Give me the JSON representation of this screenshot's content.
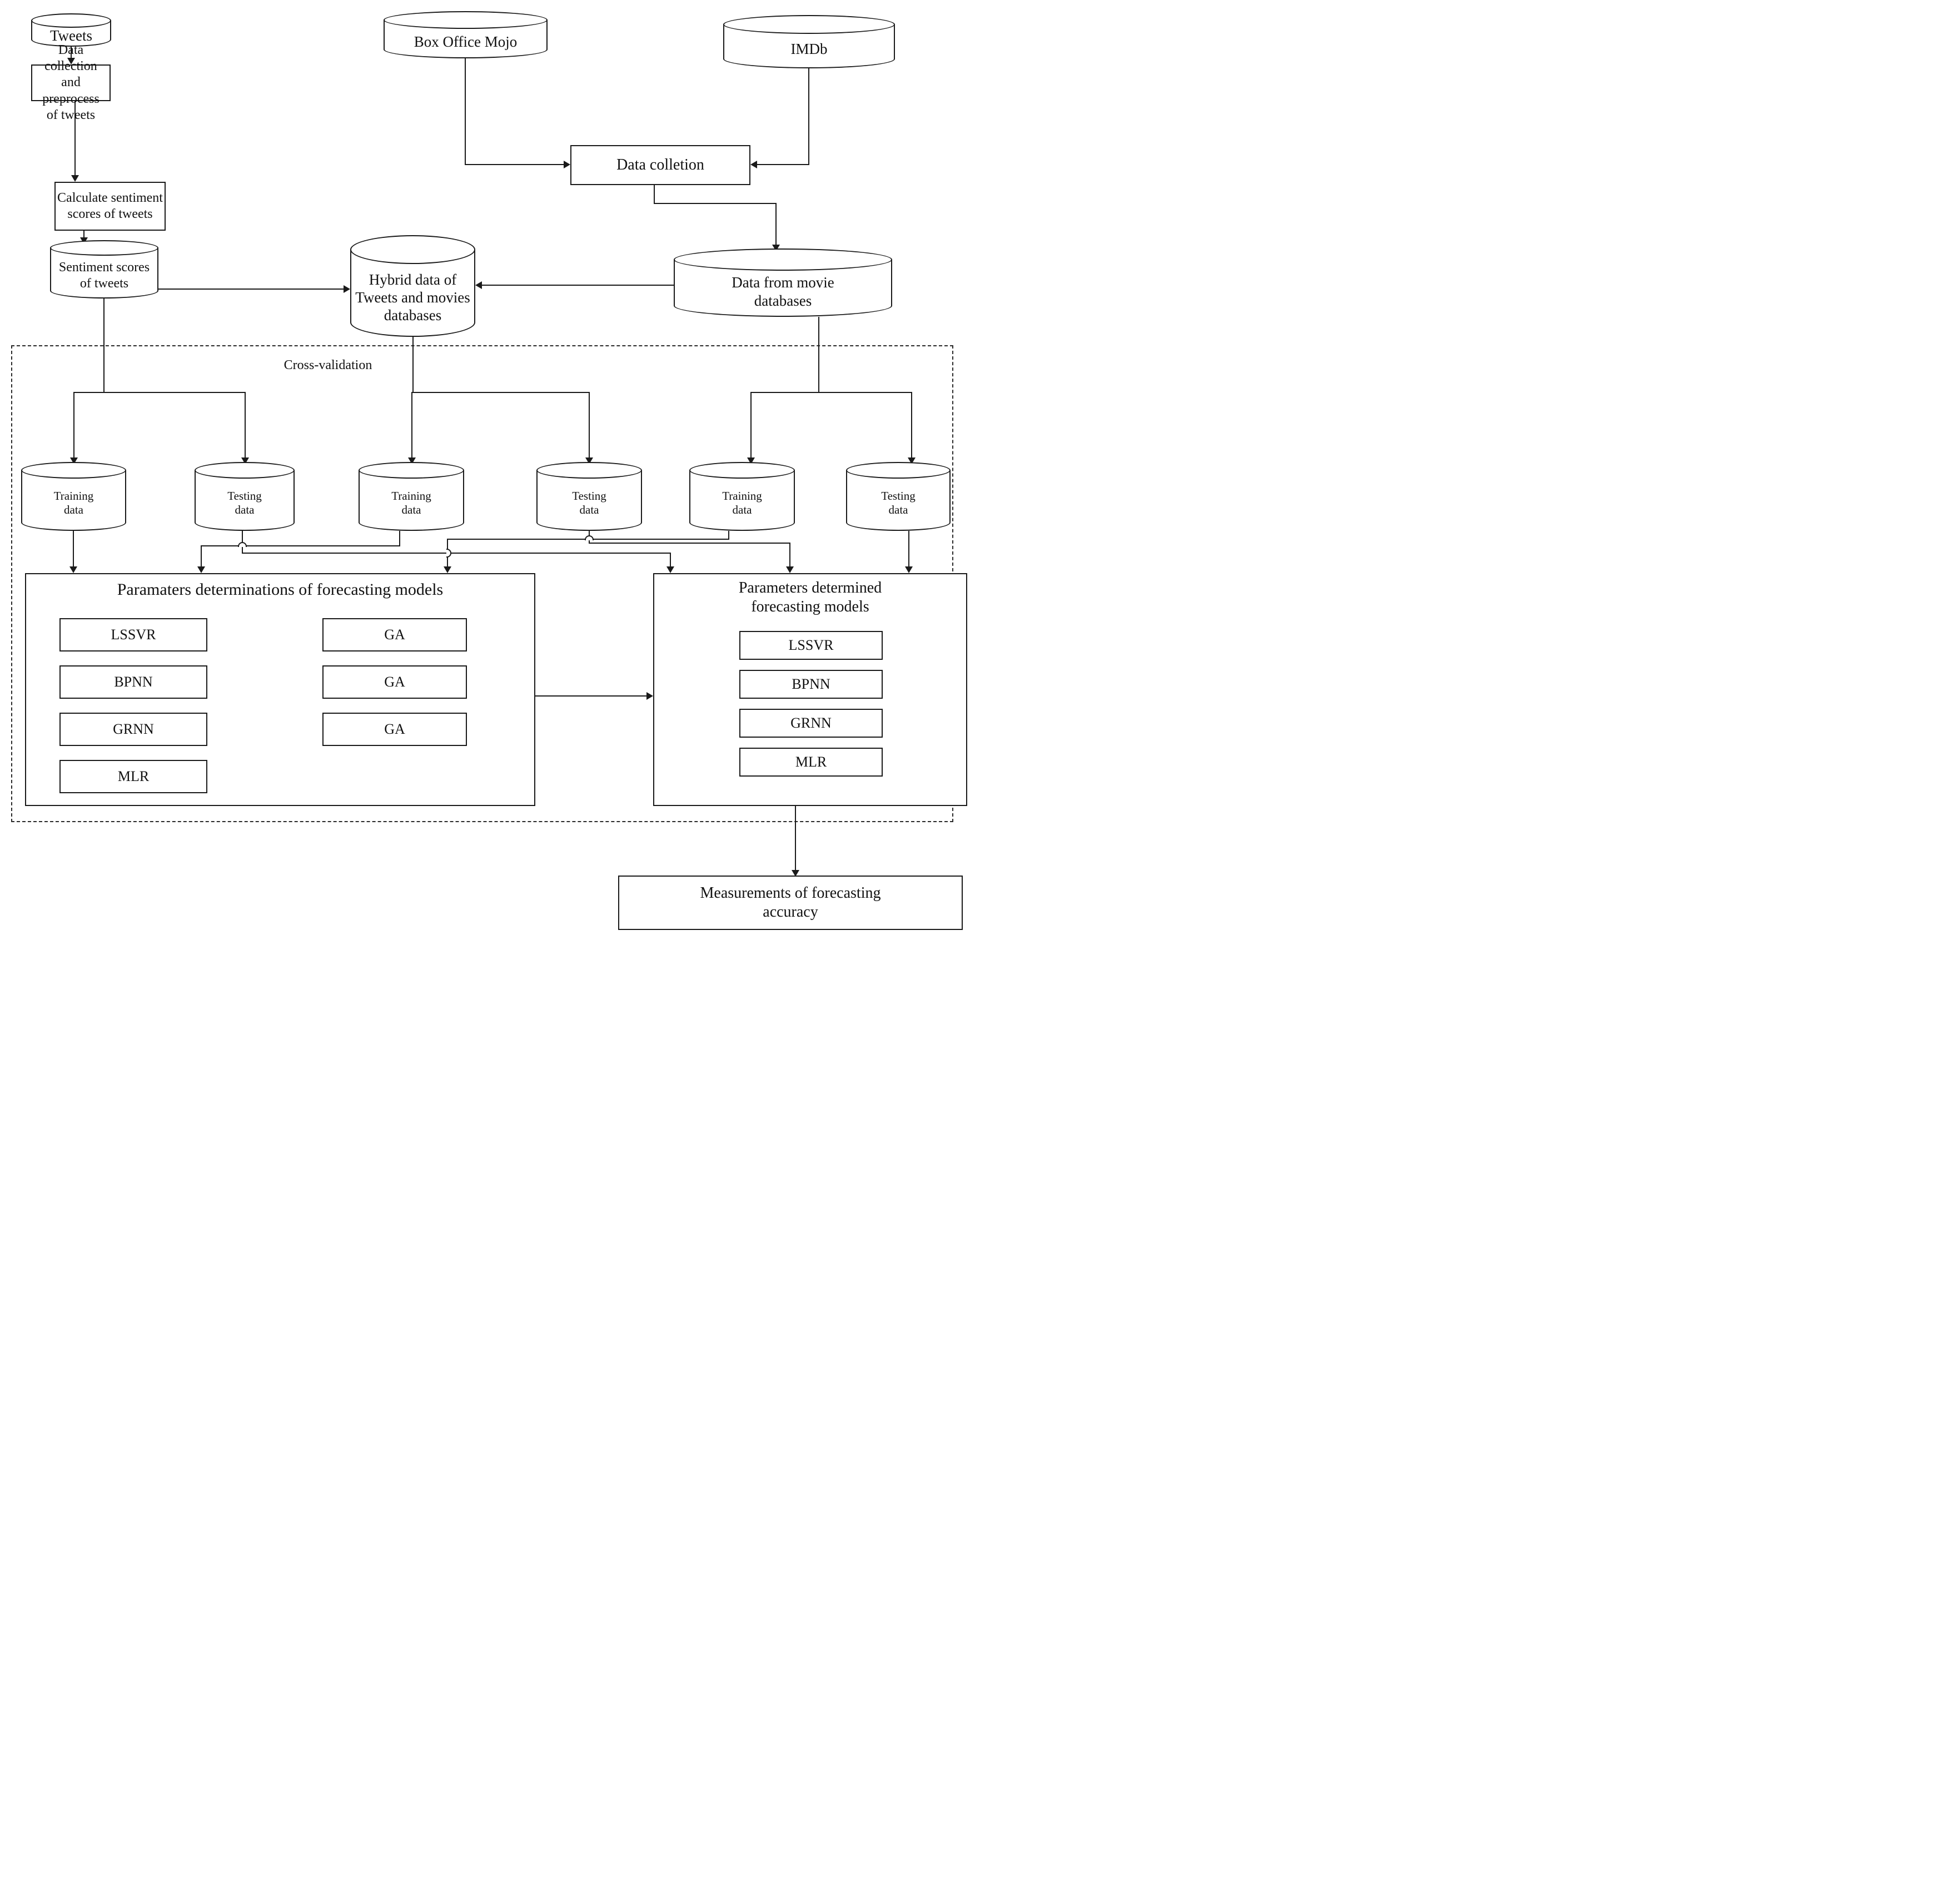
{
  "diagram": {
    "colors": {
      "line": "#1a1a1a",
      "background": "#ffffff"
    },
    "sources": {
      "tweets": "Tweets",
      "box_office_mojo": "Box Office Mojo",
      "imdb": "IMDb"
    },
    "left_chain": {
      "collect_box": "Data collection\nand preprocess\nof tweets",
      "calculate_box": "Calculate sentiment\nscores of tweets",
      "sentiment_store": "Sentiment scores\nof tweets"
    },
    "merge": {
      "data_colletion_box": "Data colletion",
      "hybrid_store": "Hybrid data of\nTweets and movies\ndatabases",
      "movie_store": "Data from movie\ndatabases"
    },
    "cross_validation": {
      "label": "Cross-validation",
      "cylinders": [
        {
          "label": "Training\ndata"
        },
        {
          "label": "Testing\ndata"
        },
        {
          "label": "Training\ndata"
        },
        {
          "label": "Testing\ndata"
        },
        {
          "label": "Training\ndata"
        },
        {
          "label": "Testing\ndata"
        }
      ],
      "param_determination": {
        "title": "Paramaters determinations of forecasting models",
        "models": [
          "LSSVR",
          "BPNN",
          "GRNN",
          "MLR"
        ],
        "ga": [
          "GA",
          "GA",
          "GA"
        ]
      },
      "param_determined": {
        "title": "Parameters determined\nforecasting models",
        "models": [
          "LSSVR",
          "BPNN",
          "GRNN",
          "MLR"
        ]
      }
    },
    "output": {
      "measurement_box": "Measurements of forecasting\naccuracy"
    }
  }
}
